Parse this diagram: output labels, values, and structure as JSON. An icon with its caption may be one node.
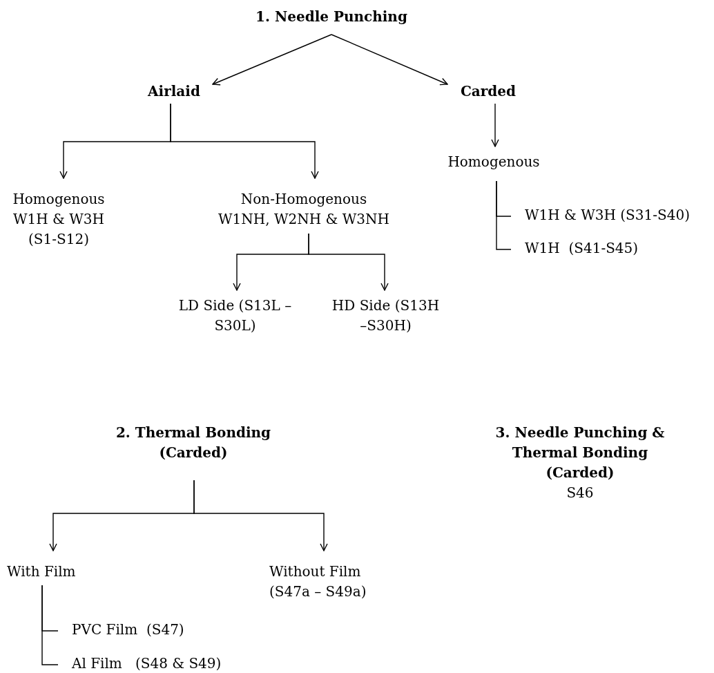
{
  "diagram": {
    "nodes": [
      {
        "text": [
          "1. Needle Punching"
        ]
      },
      {
        "text": [
          "Airlaid"
        ]
      },
      {
        "text": [
          "Carded"
        ]
      },
      {
        "text": [
          "Homogenous W1H & W3H (S1-S12)"
        ]
      },
      {
        "text": [
          "Non-Homogenous W1NH, W2NH & W3NH"
        ]
      },
      {
        "text": [
          "Homogenous"
        ]
      },
      {
        "text": [
          "W1H & W3H (S31-S40)"
        ]
      },
      {
        "text": [
          "W1H  (S41-S45)"
        ]
      },
      {
        "text": [
          "LD Side (S13L –S30L)"
        ]
      },
      {
        "text": [
          "HD Side (S13H –S30H)"
        ]
      },
      {
        "text": [
          "2. Thermal Bonding (Carded)"
        ]
      },
      {
        "text": [
          "3. Needle Punching & Thermal Bonding (Carded)",
          "S46"
        ]
      },
      {
        "text": [
          "With Film"
        ]
      },
      {
        "text": [
          "Without Film (S47a – S49a)"
        ]
      },
      {
        "text": [
          "PVC Film  (S47)"
        ]
      },
      {
        "text": [
          "Al Film   (S48 & S49)"
        ]
      }
    ],
    "edges": [
      {
        "from": 0,
        "to": 1,
        "arrow": "to"
      },
      {
        "from": 0,
        "to": 2,
        "arrow": "to"
      },
      {
        "from": 1,
        "to": 3,
        "arrow": "to"
      },
      {
        "from": 1,
        "to": 4,
        "arrow": "to"
      },
      {
        "from": 2,
        "to": 5,
        "arrow": "to"
      },
      {
        "from": 5,
        "to": 6,
        "arrow": "none"
      },
      {
        "from": 5,
        "to": 7,
        "arrow": "none"
      },
      {
        "from": 4,
        "to": 8,
        "arrow": "to"
      },
      {
        "from": 4,
        "to": 9,
        "arrow": "to"
      },
      {
        "from": 10,
        "to": 12,
        "arrow": "to"
      },
      {
        "from": 10,
        "to": 13,
        "arrow": "to"
      },
      {
        "from": 12,
        "to": 14,
        "arrow": "none"
      },
      {
        "from": 12,
        "to": 15,
        "arrow": "none"
      }
    ]
  }
}
